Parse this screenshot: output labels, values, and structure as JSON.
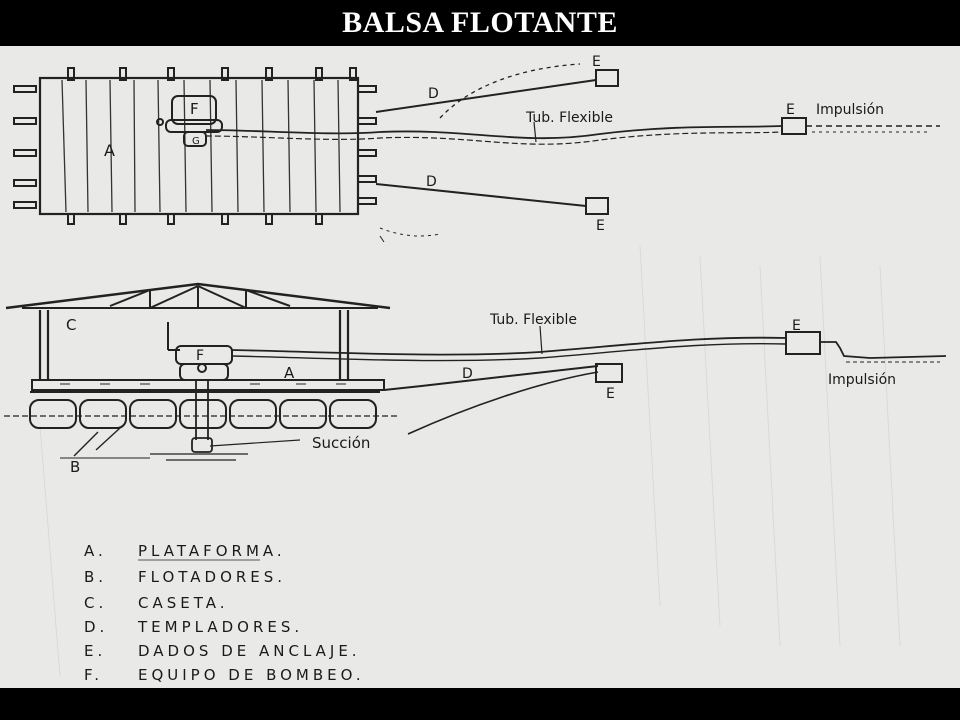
{
  "slide": {
    "title": "BALSA FLOTANTE"
  },
  "plan_view": {
    "platform_label": "A",
    "pump_label": "F",
    "pump_sublabel": "G",
    "tensioner_label_top": "D",
    "tensioner_label_bottom": "D",
    "anchor_label_top": "E",
    "anchor_label_bottom": "E",
    "anchor_label_impulsion": "E",
    "hose_label": "Tub. Flexible",
    "impulsion_label": "Impulsión"
  },
  "elevation_view": {
    "cabin_label": "C",
    "pump_label": "F",
    "platform_label": "A",
    "floats_label": "B",
    "tensioner_label": "D",
    "anchor_label_water": "E",
    "anchor_label_shore": "E",
    "hose_label": "Tub. Flexible",
    "impulsion_label": "Impulsión",
    "suction_label": "Succión"
  },
  "legend": {
    "items": [
      {
        "letter": "A.",
        "text": "PLATAFORMA."
      },
      {
        "letter": "B.",
        "text": "FLOTADORES."
      },
      {
        "letter": "C.",
        "text": "CASETA."
      },
      {
        "letter": "D.",
        "text": "TEMPLADORES."
      },
      {
        "letter": "E.",
        "text": "DADOS DE ANCLAJE."
      },
      {
        "letter": "F.",
        "text": "EQUIPO DE BOMBEO."
      }
    ]
  }
}
